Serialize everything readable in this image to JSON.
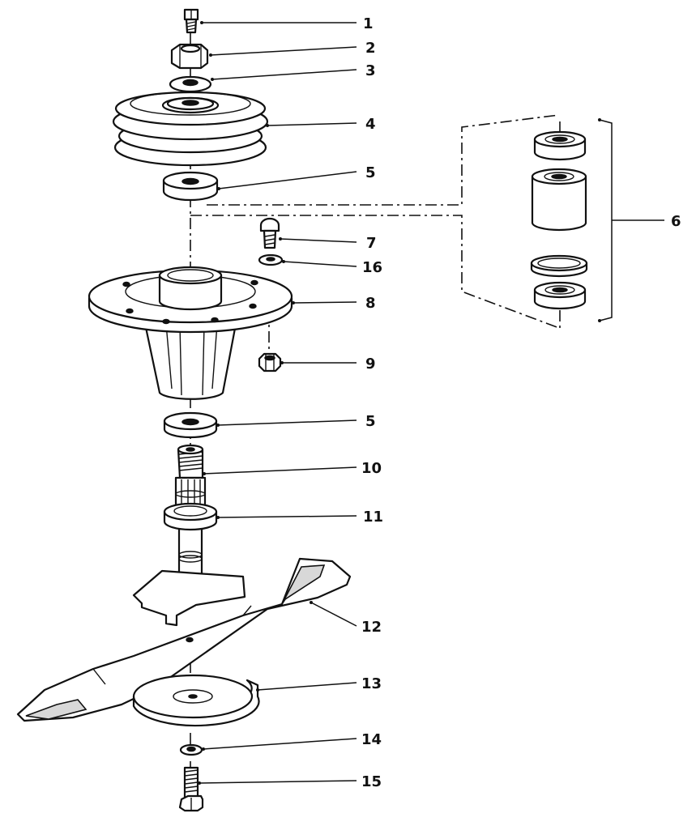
{
  "callouts": {
    "c1": "1",
    "c2": "2",
    "c3": "3",
    "c4": "4",
    "c5a": "5",
    "c6": "6",
    "c7": "7",
    "c16": "16",
    "c8": "8",
    "c9": "9",
    "c5b": "5",
    "c10": "10",
    "c11": "11",
    "c12": "12",
    "c13": "13",
    "c14": "14",
    "c15": "15"
  }
}
